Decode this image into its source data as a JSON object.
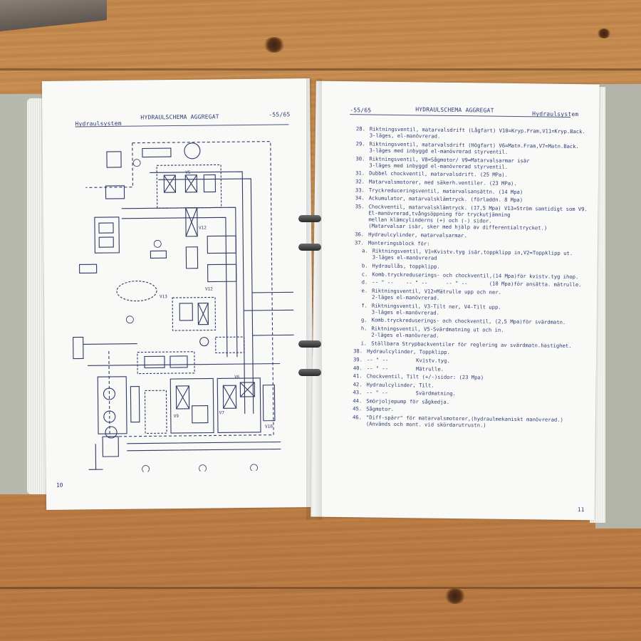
{
  "left_page": {
    "header_left": "Hydraulsystem",
    "header_center": "HYDRAULSCHEMA AGGREGAT",
    "header_right": "-55/65",
    "page_number": "10",
    "valve_labels": [
      "V5",
      "V12",
      "V13",
      "V9",
      "V7",
      "V6",
      "V10",
      "V12"
    ]
  },
  "right_page": {
    "header_left": "-55/65",
    "header_center": "HYDRAULSCHEMA AGGREGAT",
    "header_right": "Hydraulsystem",
    "page_number": "11",
    "items": [
      {
        "no": "28.",
        "text": "Riktningsventil, matarvalsdrift (Lågfart) V10=Kryp.Fram,V11=Kryp.Back.\n3-läges, el-manövrerad."
      },
      {
        "no": "29.",
        "text": "Riktningsventil, matarvalsdrift (Högfart) V6=Matn.Fram,V7=Matn.Back.\n3-läges med inbyggd el-manövrerad styrventil."
      },
      {
        "no": "30.",
        "text": "Riktningsventil, V8=Sågmotor/ V9=Matarvalsarmar isär\n3-läges med inbyggd el-manövrerad styrventil."
      },
      {
        "no": "31.",
        "text": "Dubbel chockventil, matarvalsdrift. (25 MPa)."
      },
      {
        "no": "32.",
        "text": "Matarvalsmotorer, med säkerh.ventiler. (23 MPa)."
      },
      {
        "no": "33.",
        "text": "Tryckreduceringsventil, matarvalsansättn. (14 Mpa)"
      },
      {
        "no": "34.",
        "text": "Ackumulator, matarvalsklämtryck. (förladdn. 8 Mpa)"
      },
      {
        "no": "35.",
        "text": "Chockventil, matarvalsklämtryck. (17,5 Mpa) V13=Ström samtidigt som V9.\nEl-manövrerad,tvångsöppning för tryckutjämning\nmellan klämcylinderns (+) och (-) sidor.\n(Matarvalsar isär, sker med hjälp av differentialtrycket.)"
      },
      {
        "no": "36.",
        "text": "Hydraulcylinder, matarvalsarmar."
      },
      {
        "no": "37.",
        "text": "Monteringsblock för:"
      },
      {
        "no": "a.",
        "text": "Riktningsventil, V1=Kvistv.tyg isär,toppklipp in,V2=Toppklipp ut.\n3-läges el-manövrerad",
        "sub": true
      },
      {
        "no": "b.",
        "text": "Hydraullås, toppklipp.",
        "sub": true
      },
      {
        "no": "c.",
        "text": "Komb.tryckreduserings- och chockventil,(14 Mpa)för kvistv.tyg ihop.",
        "sub": true
      },
      {
        "no": "d.",
        "text": "-- \" --    -- \" --      -- \" --       (10 Mpa)för ansätta. mätrulle.",
        "sub": true
      },
      {
        "no": "e.",
        "text": "Riktningsventil, V12=Mätrulle upp och ner.\n2-läges el-manövrerad.",
        "sub": true
      },
      {
        "no": "f.",
        "text": "Riktningsventil, V3-Tilt ner, V4-Tilt upp.\n3-läges el-manövrerad.",
        "sub": true
      },
      {
        "no": "g.",
        "text": "Komb.tryckreduserings- och chockventil, (2,5 Mpa)för svärdmatn.",
        "sub": true
      },
      {
        "no": "h.",
        "text": "Riktningsventil, V5-Svärdmatning ut och in.\n2-läges el-manövrerad.",
        "sub": true
      },
      {
        "no": "i.",
        "text": "Ställbara Strypbackventiler för reglering av svärdmatn.hastighet.",
        "sub": true
      },
      {
        "no": "38.",
        "text": "Hydraulcylinder, Toppklipp."
      },
      {
        "no": "39.",
        "text": "-- \" --         Kvistv.tyg."
      },
      {
        "no": "40.",
        "text": "-- \" --         Mätrulle."
      },
      {
        "no": "41.",
        "text": "Chockventil, Tilt (+/-)sidor: (23 Mpa)"
      },
      {
        "no": "42.",
        "text": "Hydraulcylinder, Tilt."
      },
      {
        "no": "43.",
        "text": "-- \" --         Svärdmatning."
      },
      {
        "no": "44.",
        "text": "Smörjoljepump för sågkedja."
      },
      {
        "no": "45.",
        "text": "Sågmotor."
      },
      {
        "no": "46.",
        "text": "\"Diff-spärr\" för matarvalsmotorer,(hydraulmekaniskt manövrerad.)\n(Används och mont. vid skördarutrustn.)"
      }
    ]
  }
}
